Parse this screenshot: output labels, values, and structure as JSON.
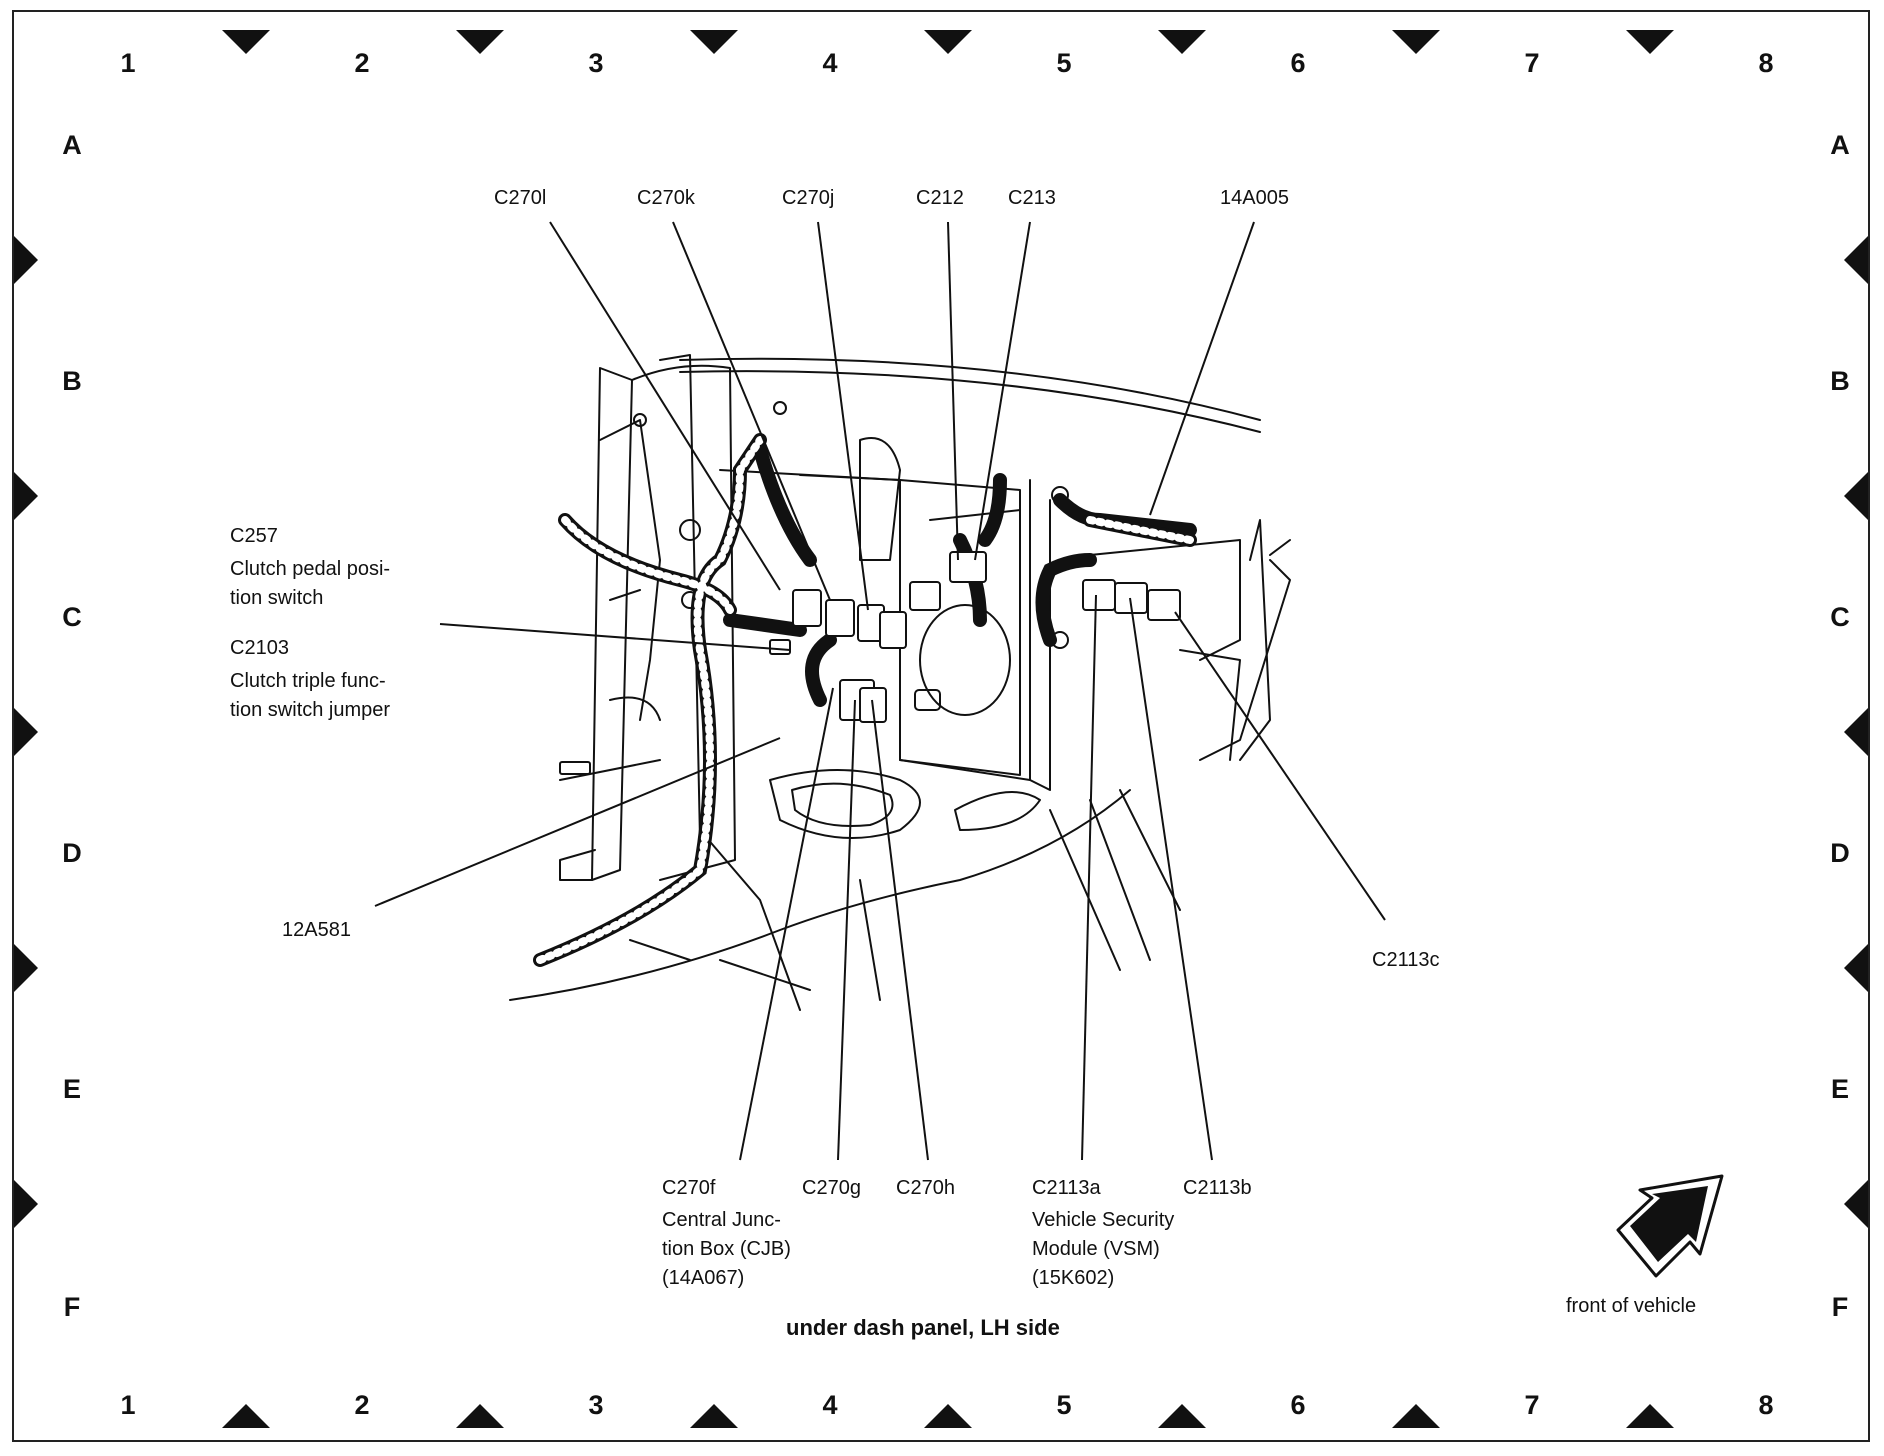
{
  "grid": {
    "columns": [
      "1",
      "2",
      "3",
      "4",
      "5",
      "6",
      "7",
      "8"
    ],
    "rows": [
      "A",
      "B",
      "C",
      "D",
      "E",
      "F"
    ]
  },
  "callouts": {
    "c270l": "C270l",
    "c270k": "C270k",
    "c270j": "C270j",
    "c212": "C212",
    "c213": "C213",
    "p14a005": "14A005",
    "c257": "C257",
    "c257_desc_1": "Clutch pedal posi-",
    "c257_desc_2": "tion switch",
    "c2103": "C2103",
    "c2103_desc_1": "Clutch triple func-",
    "c2103_desc_2": "tion switch jumper",
    "p12a581": "12A581",
    "c2113c": "C2113c",
    "c270f": "C270f",
    "cjb_1": "Central Junc-",
    "cjb_2": "tion Box (CJB)",
    "cjb_3": "(14A067)",
    "c270g": "C270g",
    "c270h": "C270h",
    "c2113a": "C2113a",
    "vsm_1": "Vehicle Security",
    "vsm_2": "Module (VSM)",
    "vsm_3": "(15K602)",
    "c2113b": "C2113b"
  },
  "caption": "under dash panel, LH side",
  "orientation_label": "front of vehicle",
  "colors": {
    "ink": "#111111",
    "paper": "#ffffff"
  }
}
